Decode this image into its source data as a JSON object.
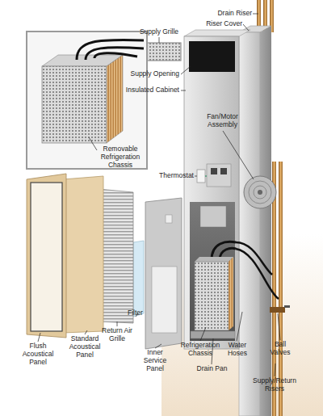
{
  "diagram": {
    "nodes": [
      {
        "text": [
          "Removable Refrigeration Chassis"
        ]
      }
    ],
    "labels": [
      "Drain Riser",
      "Riser Cover",
      "Supply Grille",
      "Supply Opening",
      "Insulated Cabinet",
      "Fan/Motor Assembly",
      "Thermostat",
      "Flush Acoustical Panel",
      "Standard Acoustical Panel",
      "Return Air Grille",
      "Filter",
      "Inner Service Panel",
      "Refrigeration Chassis",
      "Drain Pan",
      "Water Hoses",
      "Ball Valves",
      "Supply/Return Risers"
    ]
  }
}
